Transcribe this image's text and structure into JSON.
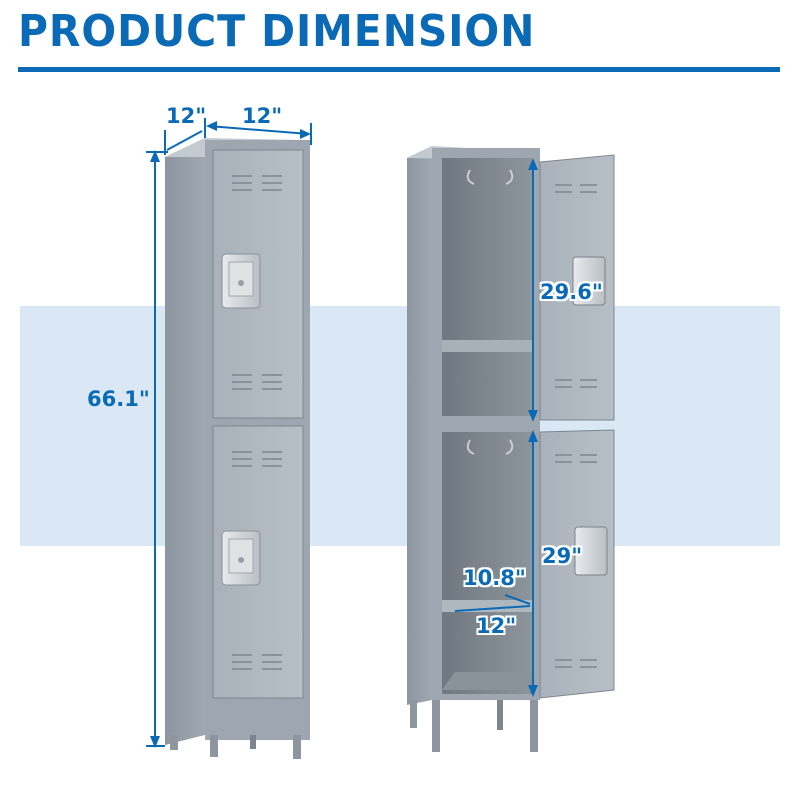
{
  "header": {
    "title": "PRODUCT DIMENSION"
  },
  "dimensions": {
    "depth": "12\"",
    "width": "12\"",
    "height": "66.1\"",
    "upper_door_height": "29.6\"",
    "lower_door_height": "29\"",
    "shelf_depth": "10.8\"",
    "shelf_width": "12\""
  },
  "colors": {
    "accent": "#0a6ab6",
    "band": "#d9e8f4",
    "locker_body": "#9aa3ab",
    "locker_door": "#a7b0b8",
    "locker_interior": "#7f8890"
  }
}
